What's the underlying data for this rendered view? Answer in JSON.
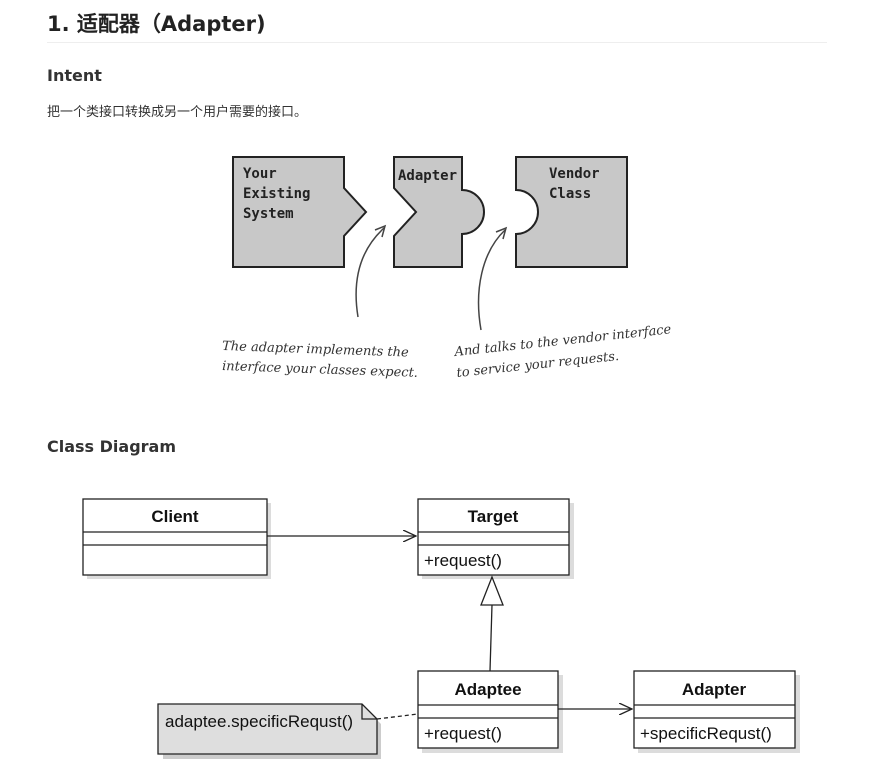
{
  "page": {
    "title": "1. 适配器（Adapter)",
    "intent_heading": "Intent",
    "intent_text": "把一个类接口转换成另一个用户需要的接口。",
    "class_diagram_heading": "Class Diagram"
  },
  "intent_figure": {
    "your_system_lines": [
      "Your",
      "Existing",
      "System"
    ],
    "adapter_label": "Adapter",
    "vendor_lines": [
      "Vendor",
      "Class"
    ],
    "note_left_lines": [
      "The adapter implements the",
      "interface your classes expect."
    ],
    "note_right_lines": [
      "And talks to the vendor interface",
      "to service your requests."
    ]
  },
  "class_diagram": {
    "client": {
      "name": "Client"
    },
    "target": {
      "name": "Target",
      "method": "+request()"
    },
    "adaptee": {
      "name": "Adaptee",
      "method": "+request()"
    },
    "adapter": {
      "name": "Adapter",
      "method": "+specificRequst()"
    },
    "note": "adaptee.specificRequst()"
  }
}
